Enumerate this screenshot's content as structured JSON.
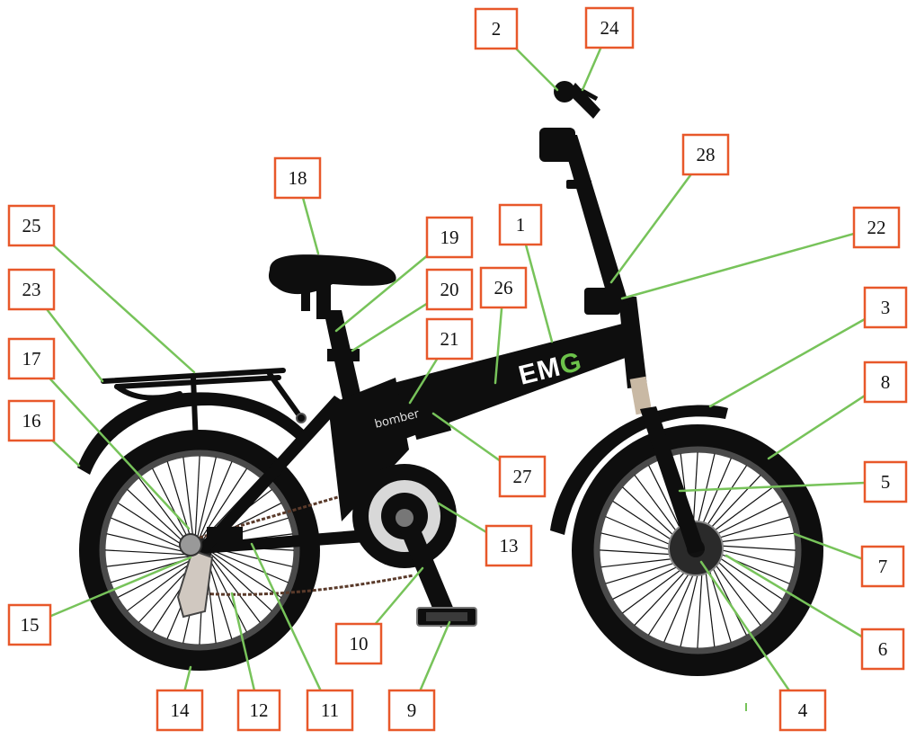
{
  "frame_text": {
    "brand_prefix": "EM",
    "brand_suffix": "G",
    "model": "bomber"
  },
  "colors": {
    "callout_border": "#e8582a",
    "leader_line": "#77c35a",
    "bike": "#0e0e0e",
    "brand_accent": "#6cc24a"
  },
  "callouts": [
    {
      "id": "1",
      "label": "1"
    },
    {
      "id": "2",
      "label": "2"
    },
    {
      "id": "3",
      "label": "3"
    },
    {
      "id": "4",
      "label": "4"
    },
    {
      "id": "5",
      "label": "5"
    },
    {
      "id": "6",
      "label": "6"
    },
    {
      "id": "7",
      "label": "7"
    },
    {
      "id": "8",
      "label": "8"
    },
    {
      "id": "9",
      "label": "9"
    },
    {
      "id": "10",
      "label": "10"
    },
    {
      "id": "11",
      "label": "11"
    },
    {
      "id": "12",
      "label": "12"
    },
    {
      "id": "13",
      "label": "13"
    },
    {
      "id": "14",
      "label": "14"
    },
    {
      "id": "15",
      "label": "15"
    },
    {
      "id": "16",
      "label": "16"
    },
    {
      "id": "17",
      "label": "17"
    },
    {
      "id": "18",
      "label": "18"
    },
    {
      "id": "19",
      "label": "19"
    },
    {
      "id": "20",
      "label": "20"
    },
    {
      "id": "21",
      "label": "21"
    },
    {
      "id": "22",
      "label": "22"
    },
    {
      "id": "23",
      "label": "23"
    },
    {
      "id": "24",
      "label": "24"
    },
    {
      "id": "25",
      "label": "25"
    },
    {
      "id": "26",
      "label": "26"
    },
    {
      "id": "27",
      "label": "27"
    },
    {
      "id": "28",
      "label": "28"
    }
  ]
}
